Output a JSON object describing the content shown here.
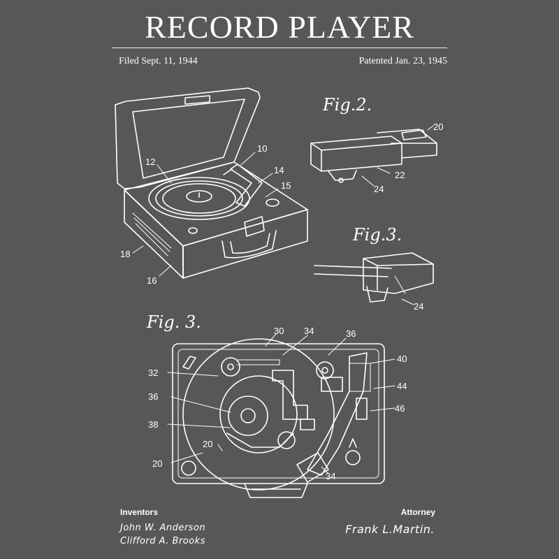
{
  "title": "RECORD PLAYER",
  "filed": "Filed Sept. 11, 1944",
  "patented": "Patented Jan. 23, 1945",
  "figures": {
    "fig1": {
      "labels": [
        "10",
        "12",
        "14",
        "15",
        "16",
        "18"
      ]
    },
    "fig2": {
      "caption": "Fig.2.",
      "labels": [
        "20",
        "22",
        "24"
      ]
    },
    "fig3_side": {
      "caption": "Fig.3.",
      "labels": [
        "24"
      ]
    },
    "fig3_top": {
      "caption": "Fig. 3.",
      "labels": [
        "30",
        "34",
        "36",
        "40",
        "32",
        "44",
        "36",
        "46",
        "38",
        "20",
        "20",
        "34"
      ]
    }
  },
  "inventors": {
    "label": "Inventors",
    "names": [
      "John W. Anderson",
      "Clifford A. Brooks"
    ]
  },
  "attorney": {
    "label": "Attorney",
    "name": "Frank L.Martin."
  },
  "colors": {
    "background": "#575757",
    "ink": "#ffffff"
  }
}
